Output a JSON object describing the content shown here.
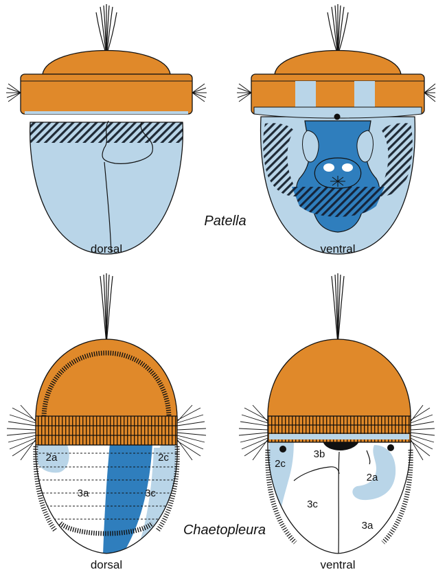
{
  "colors": {
    "orange": "#e0892a",
    "light_blue": "#b9d5e8",
    "mid_blue": "#2f7ebd",
    "dark_blue": "#1d63a3",
    "outline": "#111111",
    "white": "#ffffff"
  },
  "figure": {
    "patella": {
      "genus": "Patella",
      "dorsal_label": "dorsal",
      "ventral_label": "ventral"
    },
    "chaetopleura": {
      "genus": "Chaetopleura",
      "dorsal_label": "dorsal",
      "ventral_label": "ventral",
      "dorsal_segments": {
        "s2a": "2a",
        "s2c": "2c",
        "s3a": "3a",
        "s3c": "3c"
      },
      "ventral_segments": {
        "s2c": "2c",
        "s3b": "3b",
        "s3c": "3c",
        "s2a": "2a",
        "s3a": "3a"
      }
    }
  }
}
